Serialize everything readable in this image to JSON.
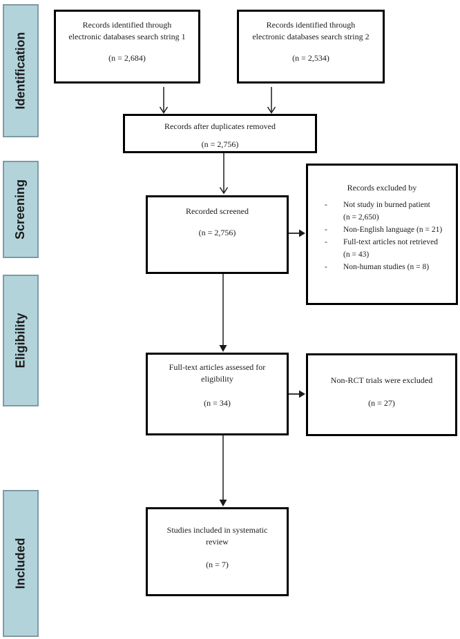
{
  "colors": {
    "background": "#ffffff",
    "stage_fill": "#b3d3db",
    "stage_border": "#7e99a3",
    "box_border": "#000000",
    "arrow": "#1a1a1a",
    "text": "#1a1a1a"
  },
  "stages": {
    "identification": "Identification",
    "screening": "Screening",
    "eligibility": "Eligibility",
    "included": "Included"
  },
  "boxes": {
    "search1": {
      "line1": "Records identified through",
      "line2": "electronic databases search string 1",
      "n": "(n = 2,684)"
    },
    "search2": {
      "line1": "Records identified through",
      "line2": "electronic databases search string 2",
      "n": "(n = 2,534)"
    },
    "duplicates": {
      "line1": "Records after duplicates removed",
      "n": "(n = 2,756)"
    },
    "screened": {
      "line1": "Recorded screened",
      "n": "(n = 2,756)"
    },
    "excluded": {
      "title": "Records excluded by",
      "marker": "-",
      "items": [
        {
          "line1": "Not study in burned patient",
          "line2": "(n = 2,650)"
        },
        {
          "line1": "Non-English language (n = 21)",
          "line2": ""
        },
        {
          "line1": "Full-text articles not retrieved",
          "line2": "(n = 43)"
        },
        {
          "line1": "Non-human studies (n = 8)",
          "line2": ""
        }
      ]
    },
    "fulltext": {
      "line1": "Full-text articles assessed for",
      "line2": "eligibility",
      "n": "(n = 34)"
    },
    "nonrct": {
      "line1": "Non-RCT trials were excluded",
      "n": "(n = 27)"
    },
    "included": {
      "line1": "Studies included in systematic",
      "line2": "review",
      "n": "(n = 7)"
    }
  }
}
